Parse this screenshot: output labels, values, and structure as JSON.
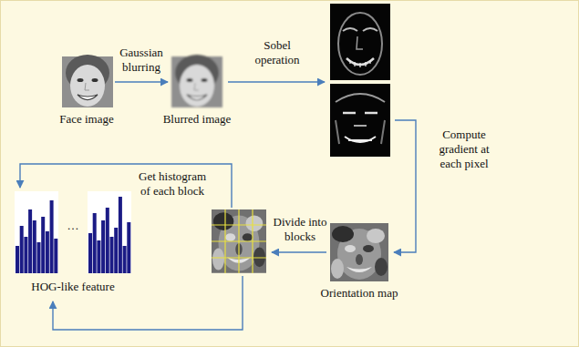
{
  "diagram": {
    "nodes": [
      {
        "text": [
          "Face image"
        ]
      },
      {
        "text": [
          "Blurred image"
        ]
      },
      {
        "text": [
          "Orientation map"
        ]
      },
      {
        "text": [
          "HOG-like feature"
        ]
      }
    ],
    "edges": [
      {
        "from": 0,
        "to": 1,
        "arrow": "to",
        "label": "Gaussian blurring"
      }
    ],
    "labels": [
      "Sobel operation",
      "Compute gradient at each pixel",
      "Divide into blocks",
      "Get histogram of each block",
      "…"
    ]
  }
}
